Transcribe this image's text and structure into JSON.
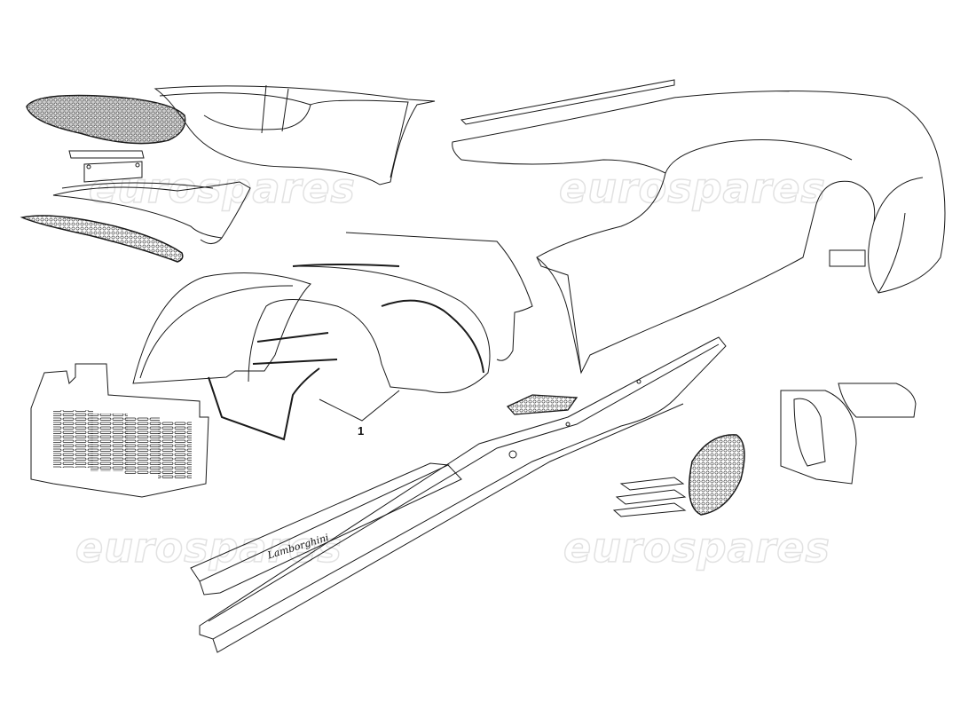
{
  "diagram": {
    "callouts": [
      {
        "label": "1"
      }
    ],
    "watermark": "eurospares",
    "sill_logo": "Lamborghini",
    "line_color": "#1a1a1a",
    "watermark_color": "#e2e2e2",
    "parts": [
      "front-air-intake-grille",
      "intake-duct",
      "mounting-bracket",
      "lower-intake-duct",
      "lower-grille",
      "wheel-arch-liners",
      "rear-quarter-panel",
      "engine-cover-grille",
      "small-vent-grille",
      "sill-trim-panel",
      "side-sill",
      "side-intake-grille",
      "vent-slats",
      "side-air-intake-housing",
      "intake-cover"
    ]
  }
}
